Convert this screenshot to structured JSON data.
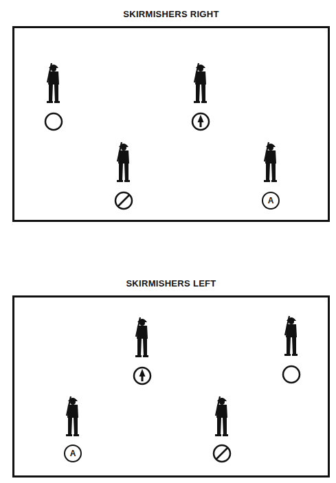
{
  "diagram": {
    "nodes": [
      {
        "text": [
          "SKIRMISHERS RIGHT"
        ]
      },
      {
        "text": [
          "A"
        ],
        "in": 0
      },
      {
        "text": [
          "SKIRMISHERS LEFT"
        ]
      },
      {
        "text": [
          "A"
        ],
        "in": 2
      }
    ]
  }
}
